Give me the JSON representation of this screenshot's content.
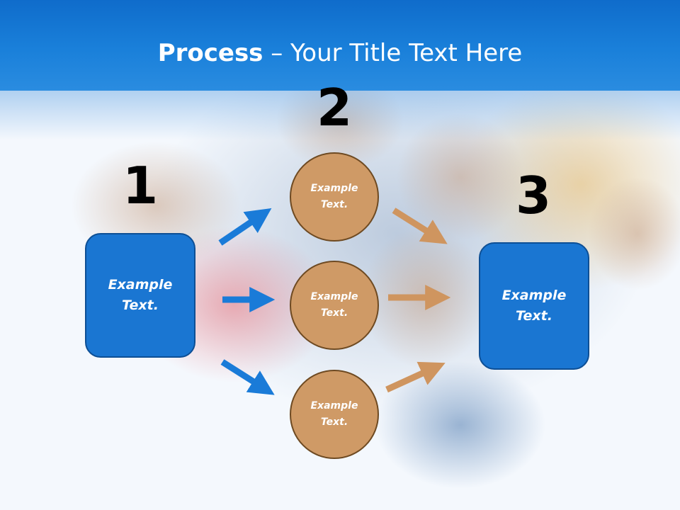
{
  "slide": {
    "title_bold": "Process",
    "title_rest": " – Your Title Text Here"
  },
  "steps": {
    "n1": "1",
    "n2": "2",
    "n3": "3"
  },
  "boxes": {
    "left": "Example Text.",
    "right": "Example Text."
  },
  "circles": [
    "Example Text.",
    "Example Text.",
    "Example Text."
  ],
  "colors": {
    "header_blue": "#1a7bd6",
    "box_blue": "#1a76d2",
    "circle_tan": "#cf9a66",
    "arrow_blue": "#1a7bd8",
    "arrow_tan": "#cf955f"
  }
}
